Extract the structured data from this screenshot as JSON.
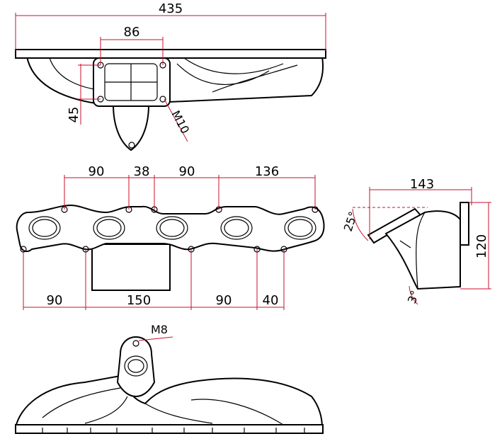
{
  "top_view": {
    "overall_width": "435",
    "flange_width": "86",
    "flange_height": "45",
    "bolt_thread": "M10"
  },
  "front_view": {
    "top_spacings": [
      "90",
      "38",
      "90",
      "136"
    ],
    "bottom_spacings": [
      "90",
      "150",
      "90",
      "40"
    ]
  },
  "side_view": {
    "depth": "143",
    "height": "120",
    "flange_angle": "25°",
    "outlet_angle": "3°"
  },
  "bottom_view": {
    "stud_thread": "M8"
  },
  "colors": {
    "dimension_line": "#c8102e",
    "outline": "#000000"
  }
}
